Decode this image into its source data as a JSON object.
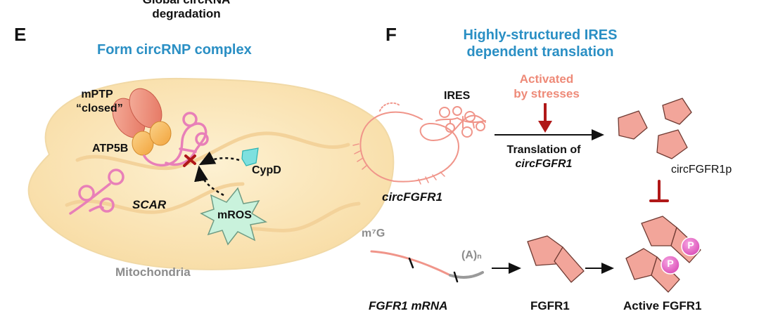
{
  "panel_e": {
    "top_caption_line1": "Global circRNA",
    "top_caption_line2": "degradation",
    "letter": "E",
    "title": "Form circRNP complex",
    "mptp_line1": "mPTP",
    "mptp_line2": "“closed”",
    "atp5b": "ATP5B",
    "cypd": "CypD",
    "scar": "SCAR",
    "mros": "mROS",
    "mitochondria": "Mitochondria"
  },
  "panel_f": {
    "letter": "F",
    "title_line1": "Highly-structured IRES",
    "title_line2": "dependent translation",
    "activated_line1": "Activated",
    "activated_line2": "by stresses",
    "ires": "IRES",
    "translation_line1": "Translation of",
    "translation_line2": "circFGFR1",
    "circ_name": "circFGFR1",
    "circ_protein": "circFGFR1p",
    "m7g": "m⁷G",
    "polya": "(A)ₙ",
    "mrna": "FGFR1 mRNA",
    "fgfr1": "FGFR1",
    "active": "Active FGFR1",
    "p1": "P",
    "p2": "P"
  },
  "colors": {
    "title_blue": "#2a8fc4",
    "activated_salmon": "#ee8a78",
    "inhibit_red": "#b01818",
    "protein_fill": "#f2a59a",
    "rna_pink": "#e87fb8",
    "mito_fill": "#fbe6b6",
    "mros_green": "#c9f2dc",
    "cypd_cyan": "#7ee0df",
    "phospho_magenta": "#e865c6"
  }
}
